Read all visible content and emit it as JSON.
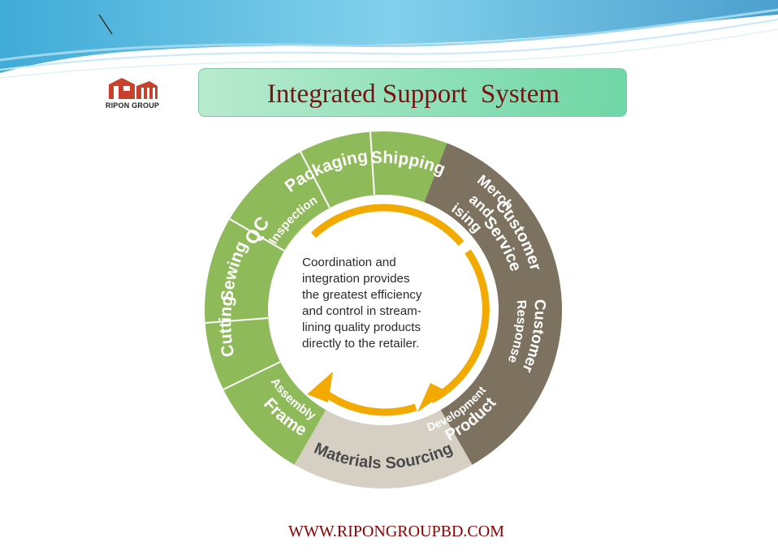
{
  "header": {
    "logo_text": "RIPON GROUP",
    "title": "Integrated Support  System"
  },
  "wheel": {
    "segments": {
      "shipping": "Shipping",
      "packaging": "Packaging",
      "qc": "QC",
      "inspection": "Inspection",
      "sewing": "Sewing",
      "cutting": "Cutting",
      "frame": "Frame",
      "assembly": "Assembly",
      "materials": "Materials Sourcing",
      "product": "Product",
      "development": "Development",
      "customer_response_1": "Customer",
      "customer_response_2": "Response",
      "customer_service_1": "Customer",
      "customer_service_2": "Service",
      "merch_1": "Merch-",
      "merch_2": "and-",
      "merch_3": "ising"
    },
    "center_lines": [
      "Coordination and",
      "integration provides",
      "the greatest efficiency",
      "and control in stream-",
      "lining quality  products",
      "directly to the retailer."
    ]
  },
  "footer": {
    "url": "WWW.RIPONGROUPBD.COM"
  },
  "colors": {
    "green": "#8fba5a",
    "brown": "#7d725f",
    "beige": "#d6d0c4",
    "arrow": "#f2a900",
    "title": "#7a1111"
  }
}
